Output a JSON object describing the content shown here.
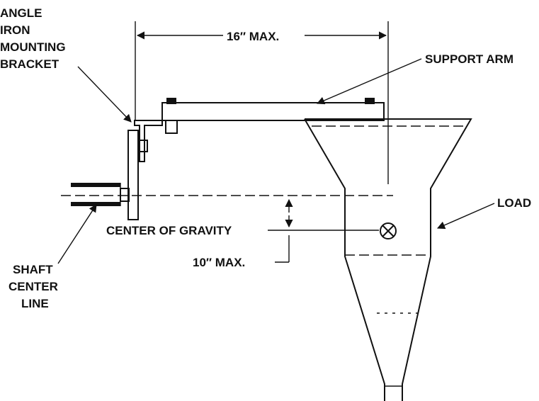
{
  "labels": {
    "angle_iron": [
      "ANGLE",
      "IRON",
      "MOUNTING",
      "BRACKET"
    ],
    "dimension_width": "16″ MAX.",
    "support_arm": "SUPPORT ARM",
    "load": "LOAD",
    "center_of_gravity": "CENTER OF GRAVITY",
    "dimension_height": "10″ MAX.",
    "shaft_center_line": [
      "SHAFT",
      "CENTER",
      "LINE"
    ]
  }
}
